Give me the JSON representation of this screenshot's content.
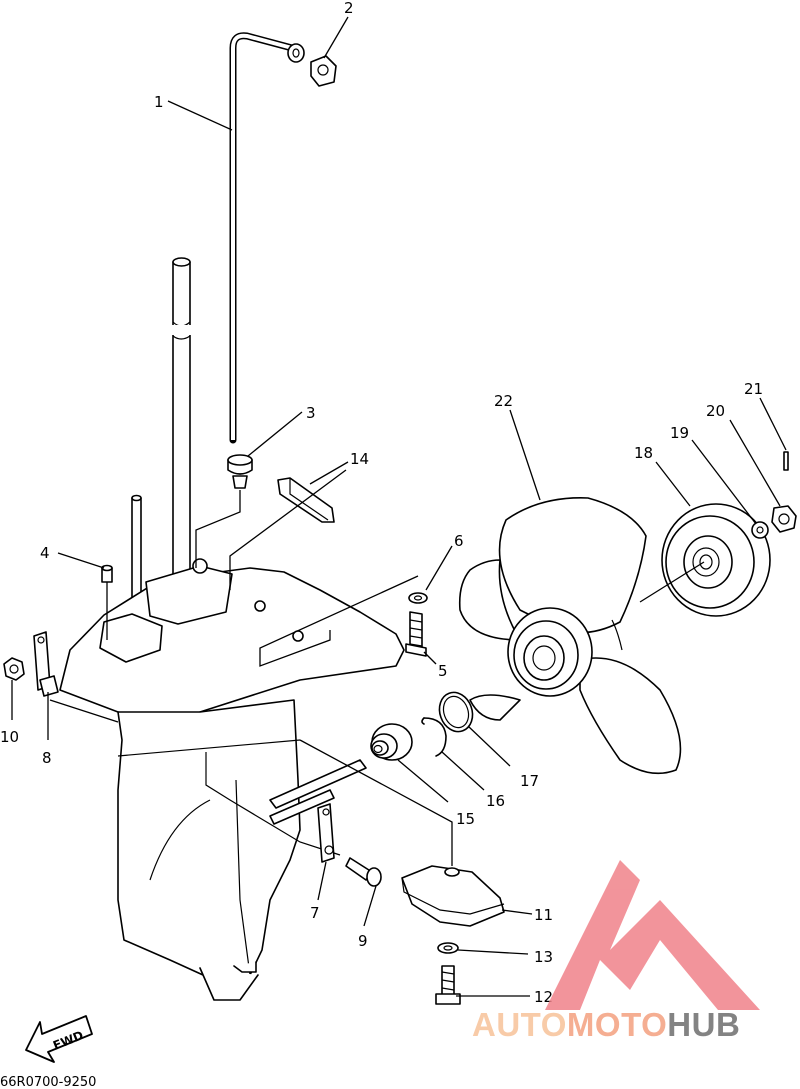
{
  "diagram": {
    "callouts": [
      "1",
      "2",
      "3",
      "4",
      "5",
      "6",
      "7",
      "8",
      "9",
      "10",
      "11",
      "12",
      "13",
      "14",
      "15",
      "16",
      "17",
      "18",
      "19",
      "20",
      "21",
      "22"
    ],
    "drawing_code": "66R0700-9250",
    "fwd_label": "FWD"
  },
  "watermark": {
    "part1": "AUTO",
    "part2": "MOTO",
    "part3": "HUB",
    "colors": {
      "auto": "#f7c39a",
      "moto": "#f4a07f",
      "hub": "#6e6e6e",
      "triangle": "#f0828a"
    }
  }
}
